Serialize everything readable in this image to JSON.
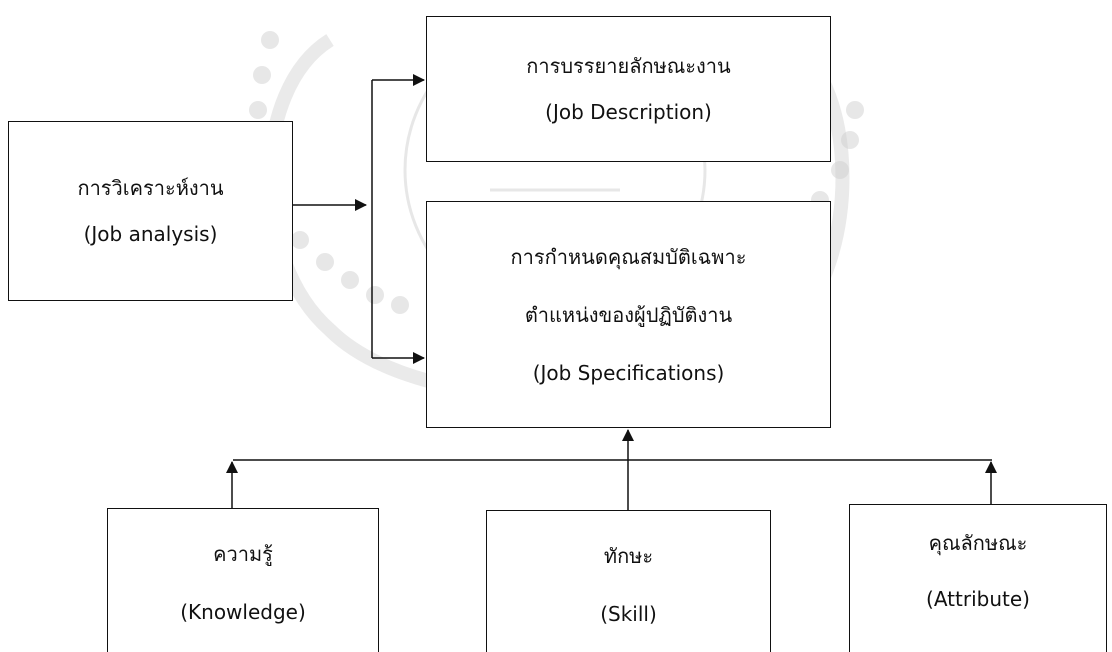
{
  "diagram": {
    "job_analysis": {
      "thai": "การวิเคราะห์งาน",
      "english": "(Job analysis)"
    },
    "job_description": {
      "thai": "การบรรยายลักษณะงาน",
      "english": "(Job Description)"
    },
    "job_specifications": {
      "thai_line1": "การกำหนดคุณสมบัติเฉพาะ",
      "thai_line2": "ตำแหน่งของผู้ปฏิบัติงาน",
      "english": "(Job Specifications)"
    },
    "knowledge": {
      "thai": "ความรู้",
      "english": "(Knowledge)"
    },
    "skill": {
      "thai": "ทักษะ",
      "english": "(Skill)"
    },
    "attribute": {
      "thai": "คุณลักษณะ",
      "english": "(Attribute)"
    }
  },
  "colors": {
    "line": "#111111",
    "watermark": "#c8c8c8"
  },
  "icons": {
    "watermark": "university-seal-watermark"
  }
}
